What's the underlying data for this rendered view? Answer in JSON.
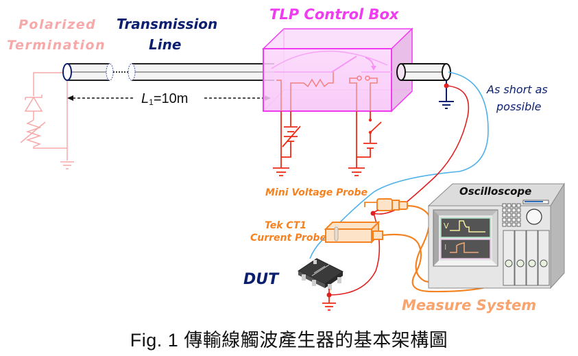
{
  "labels": {
    "termination_line1": "Polarized",
    "termination_line2": "Termination",
    "transmission_line1": "Transmission",
    "transmission_line2": "Line",
    "length_symbol": "L",
    "length_subscript": "1",
    "length_value": "=10m",
    "control_box": "TLP Control Box",
    "short_note_line1": "As short as",
    "short_note_line2": "possible",
    "voltage_probe": "Mini Voltage Probe",
    "current_probe_line1": "Tek CT1",
    "current_probe_line2": "Current Probe",
    "oscilloscope": "Oscilloscope",
    "scope_channel_v": "V",
    "scope_channel_i": "I",
    "dut": "DUT",
    "measure_system": "Measure System"
  },
  "caption": "Fig. 1 傳輸線觸波產生器的基本架構圖",
  "colors": {
    "termination": "#f7a8a8",
    "transmission": "#0b1f6e",
    "control_box": "#f03cf0",
    "circuit_red": "#ee2a14",
    "probe_orange": "#f58220",
    "measure_text": "#f9a36e",
    "cable_blue": "#4fb0ea",
    "cable_red": "#e02020",
    "scope_body": "#e4e4e4"
  }
}
